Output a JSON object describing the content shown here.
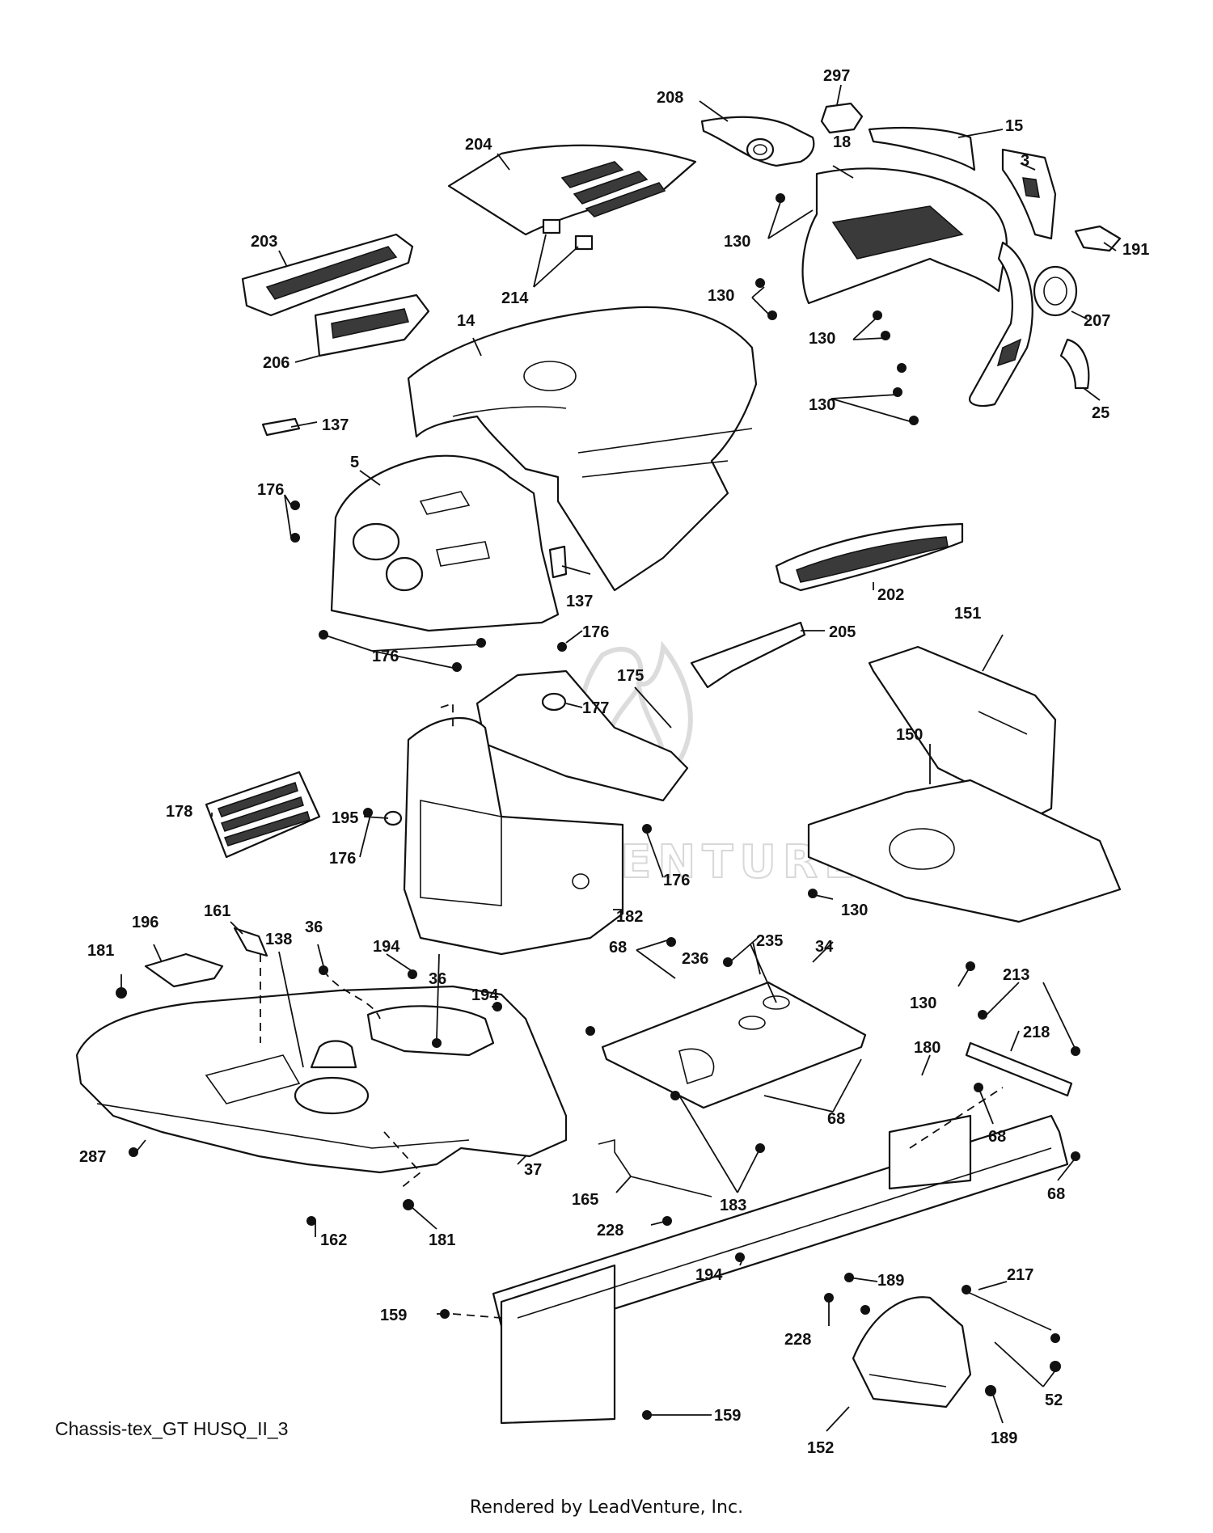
{
  "diagram_title": "Chassis-tex_GT HUSQ_II_3",
  "footer": "Rendered by LeadVenture, Inc.",
  "watermark": "LEADVENTURE",
  "callouts": {
    "c297": "297",
    "c208": "208",
    "c15": "15",
    "c18": "18",
    "c204": "204",
    "c3": "3",
    "c130_1": "130",
    "c191": "191",
    "c203": "203",
    "c214": "214",
    "c130_2": "130",
    "c207": "207",
    "c14": "14",
    "c130_3": "130",
    "c206": "206",
    "c130_4": "130",
    "c25": "25",
    "c137_1": "137",
    "c5": "5",
    "c176_1": "176",
    "c137_2": "137",
    "c202": "202",
    "c176_2": "176",
    "c205": "205",
    "c151": "151",
    "c176_3": "176",
    "c175": "175",
    "c177": "177",
    "c150": "150",
    "c178": "178",
    "c195": "195",
    "c176_4": "176",
    "c176_5": "176",
    "c130_5": "130",
    "c196": "196",
    "c161": "161",
    "c138": "138",
    "c36_1": "36",
    "c194_1": "194",
    "c36_2": "36",
    "c194_2": "194",
    "c181_1": "181",
    "c182": "182",
    "c68_1": "68",
    "c235": "235",
    "c236": "236",
    "c34": "34",
    "c130_6": "130",
    "c213": "213",
    "c218": "218",
    "c180": "180",
    "c68_2": "68",
    "c68_3": "68",
    "c287": "287",
    "c37": "37",
    "c183": "183",
    "c68_4": "68",
    "c165": "165",
    "c162": "162",
    "c181_2": "181",
    "c228_1": "228",
    "c194_3": "194",
    "c189_1": "189",
    "c217": "217",
    "c159_1": "159",
    "c228_2": "228",
    "c52": "52",
    "c159_2": "159",
    "c152": "152",
    "c189_2": "189"
  }
}
